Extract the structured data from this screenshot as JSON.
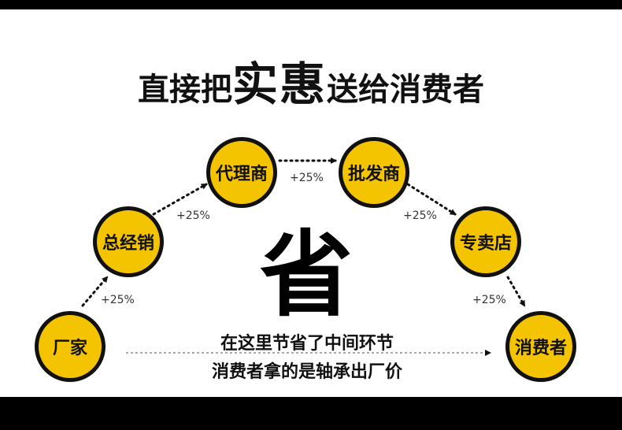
{
  "title": {
    "p1": "直接把",
    "p2": "实惠",
    "p3": "送给消费者"
  },
  "nodes": {
    "manufacturer": "厂家",
    "distributor": "总经销",
    "agent": "代理商",
    "wholesaler": "批发商",
    "store": "专卖店",
    "consumer": "消费者"
  },
  "markups": [
    "+25%",
    "+25%",
    "+25%",
    "+25%",
    "+25%"
  ],
  "center": {
    "big": "省",
    "line1": "在这里节省了中间环节",
    "line2": "消费者拿的是轴承出厂价"
  },
  "colors": {
    "node_fill": "#f5c400",
    "outline": "#111111",
    "background": "#ffffff",
    "frame": "#000000"
  }
}
